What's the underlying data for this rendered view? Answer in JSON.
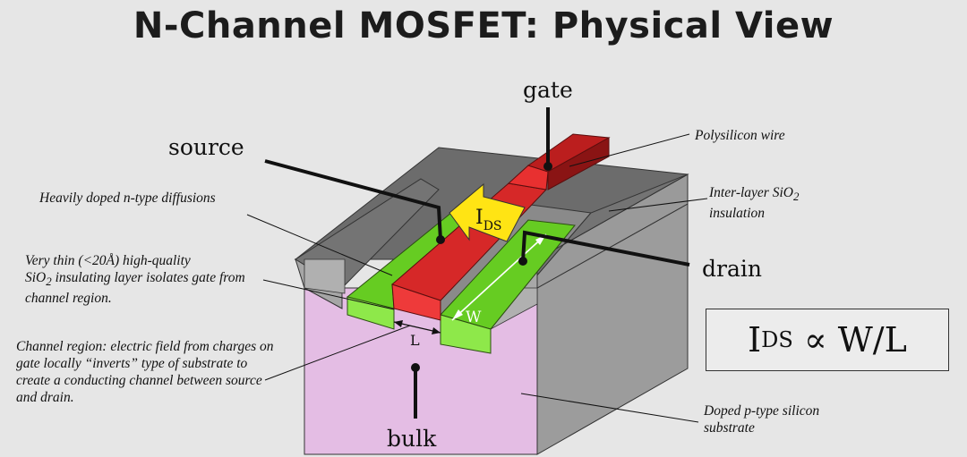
{
  "title": "N-Channel MOSFET: Physical View",
  "terminals": {
    "gate": "gate",
    "source": "source",
    "drain": "drain",
    "bulk": "bulk"
  },
  "current_label": {
    "main": "I",
    "sub": "DS"
  },
  "dim_labels": {
    "length": "L",
    "width": "W"
  },
  "notes": {
    "polysilicon": "Polysilicon wire",
    "interlayer_pre": "Inter-layer SiO",
    "interlayer_sub": "2",
    "interlayer_post": "insulation",
    "diffusion": "Heavily doped n-type diffusions",
    "oxide_pre": "Very thin (<20Å) high-quality",
    "oxide_sio": "SiO",
    "oxide_sub": "2",
    "oxide_post": "insulating layer isolates gate from channel region.",
    "channel": "Channel region: electric field from charges on gate locally “inverts” type of substrate to create a conducting channel between source and drain.",
    "substrate": "Doped p-type silicon substrate"
  },
  "formula": {
    "i": "I",
    "sub": "DS",
    "rest": " ∝ W/L"
  },
  "colors": {
    "background": "#e6e6e6",
    "oxide_top": "#6c6c6c",
    "oxide_side": "#a2a2a2",
    "substrate": "#e4bde4",
    "diffusion": "#66cc22",
    "gate": "#cc2222",
    "arrow": "#ffe414"
  }
}
